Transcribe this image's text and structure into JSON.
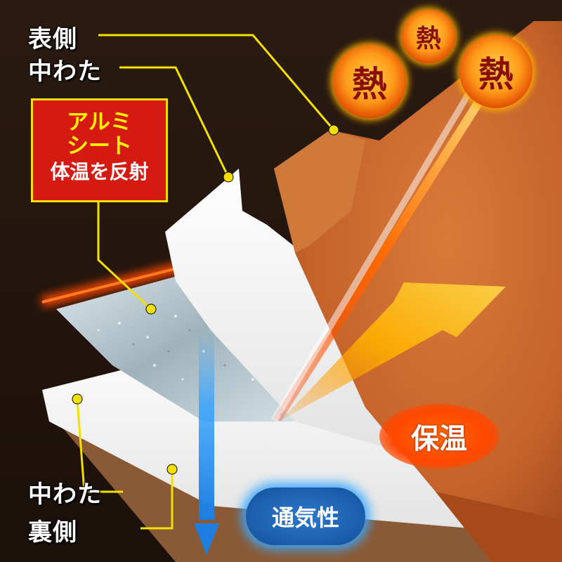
{
  "labels": {
    "outer": "表側",
    "padding_top": "中わた",
    "padding_bottom": "中わた",
    "back": "裏側"
  },
  "aluminum": {
    "line1": "アルミ",
    "line2": "シート",
    "line3": "体温を反射"
  },
  "heat_badges": [
    "熱",
    "熱",
    "熱"
  ],
  "warmth": "保温",
  "breathability": "通気性",
  "colors": {
    "background": "#2a1a10",
    "fleece": "#c8662a",
    "padding": "#f4f4f4",
    "aluminum": "#b8c8d0",
    "heat_glow": "#ff5a00",
    "callout_line": "#f2e000",
    "air_arrow": "#2ea0ff"
  }
}
